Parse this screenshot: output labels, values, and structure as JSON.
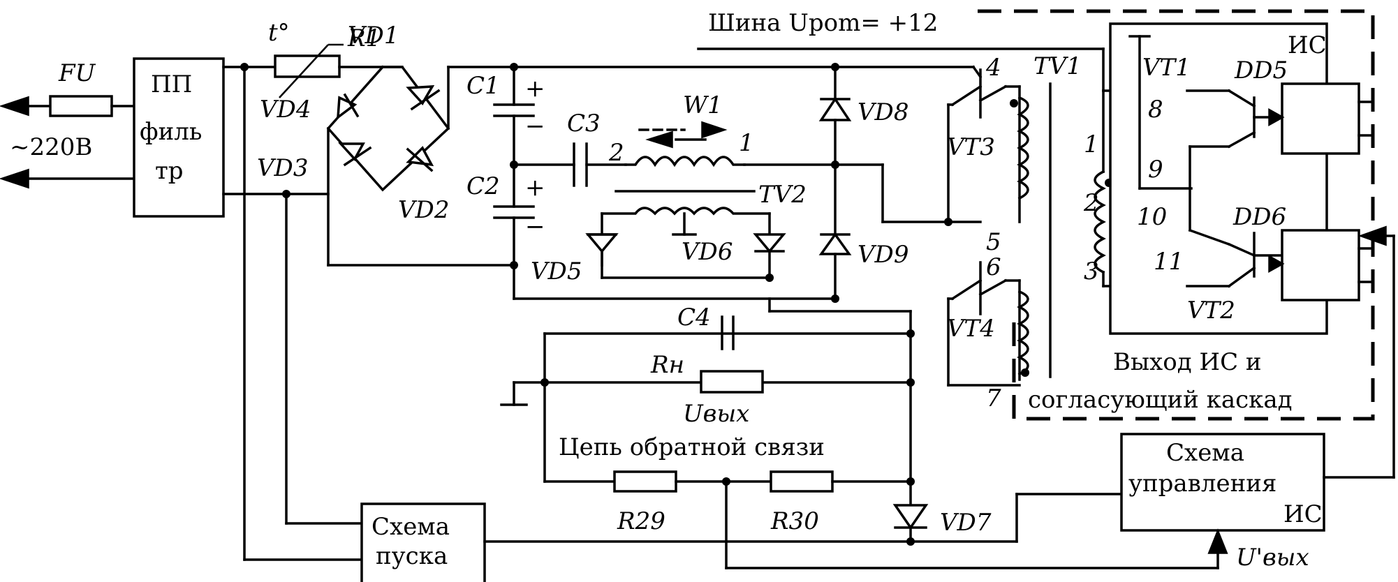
{
  "labels": {
    "fu": "FU",
    "mains": "~220В",
    "filter_l1": "ПП",
    "filter_l2": "филь",
    "filter_l3": "тр",
    "to": "t°",
    "r1": "R1",
    "vd1": "VD1",
    "vd2": "VD2",
    "vd3": "VD3",
    "vd4": "VD4",
    "vd5": "VD5",
    "vd6": "VD6",
    "vd7": "VD7",
    "vd8": "VD8",
    "vd9": "VD9",
    "c1": "C1",
    "c2": "C2",
    "c3": "C3",
    "c4": "C4",
    "w1": "W1",
    "tv1": "TV1",
    "tv2": "TV2",
    "vt1": "VT1",
    "vt2": "VT2",
    "vt3": "VT3",
    "vt4": "VT4",
    "dd5": "DD5",
    "dd6": "DD6",
    "ic": "ИС",
    "rn": "Rн",
    "uout": "Uвых",
    "uout2": "U'вых",
    "r29": "R29",
    "r30": "R30",
    "bus": "Шина Upom= +12",
    "feedback": "Цепь обратной связи",
    "start_l1": "Схема",
    "start_l2": "пуска",
    "ctrl_l1": "Схема",
    "ctrl_l2": "управления",
    "ctrl_l3": "ИС",
    "out_l1": "Выход ИС и",
    "out_l2": "согласующий каскад",
    "plus": "+",
    "minus": "−",
    "pin1": "1",
    "pin2": "2",
    "pin3": "3",
    "pin4": "4",
    "pin5": "5",
    "pin6": "6",
    "pin7": "7",
    "pin8": "8",
    "pin9": "9",
    "pin10": "10",
    "pin11": "11"
  }
}
